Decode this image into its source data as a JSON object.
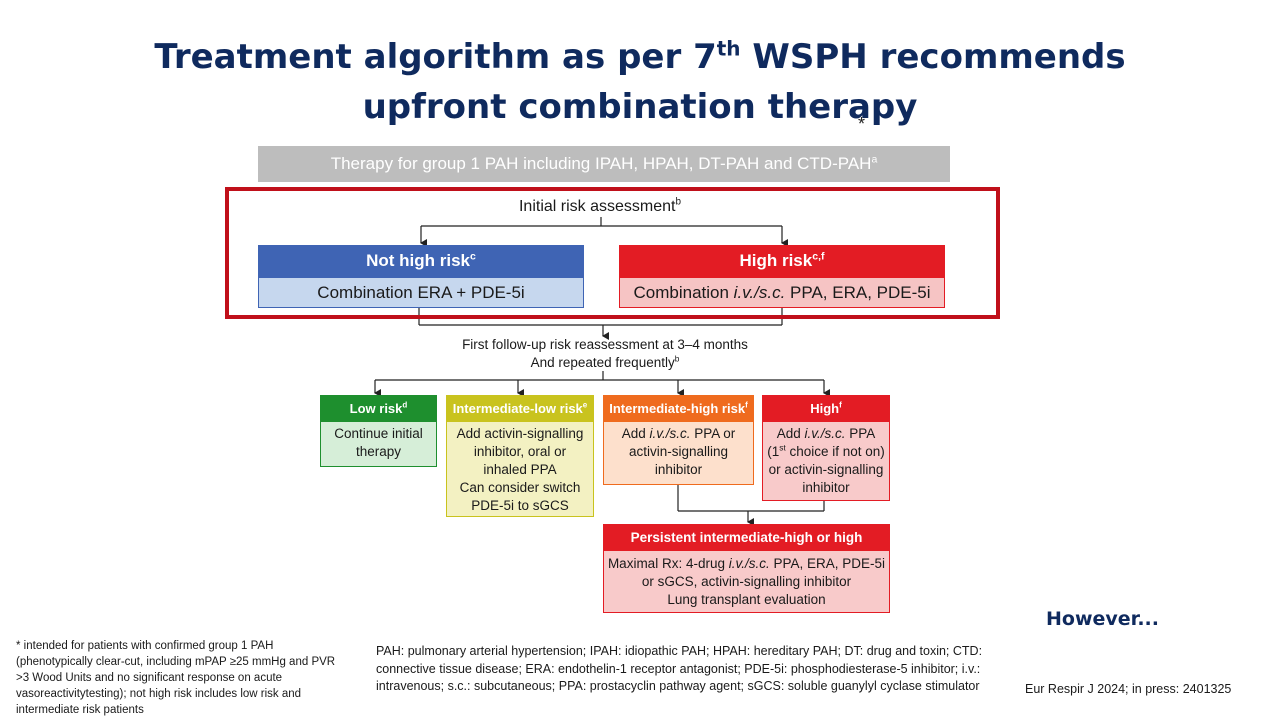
{
  "title": {
    "line1_pre": "Treatment algorithm as per 7",
    "line1_sup": "th",
    "line1_post": " WSPH recommends",
    "line2": "upfront combination therapy",
    "asterisk": "*"
  },
  "top_box": {
    "text": "Therapy for group 1 PAH including IPAH, HPAH, DT-PAH and CTD-PAH",
    "sup": "a"
  },
  "initial_risk": {
    "text": "Initial risk assessment",
    "sup": "b"
  },
  "not_high": {
    "header": "Not high risk",
    "header_sup": "c",
    "body": "Combination ERA + PDE-5i"
  },
  "high": {
    "header": "High risk",
    "header_sup": "c,f",
    "body_pre": "Combination ",
    "body_italic": "i.v./s.c.",
    "body_post": " PPA, ERA, PDE-5i"
  },
  "followup": {
    "line1": "First follow-up risk reassessment at 3–4 months",
    "line2": "And repeated frequently",
    "line2_sup": "b"
  },
  "low_risk": {
    "header": "Low risk",
    "header_sup": "d",
    "body": [
      "Continue initial",
      "therapy"
    ]
  },
  "int_low": {
    "header": "Intermediate-low risk",
    "header_sup": "e",
    "body": [
      "Add activin-signalling",
      "inhibitor, oral or",
      "inhaled PPA",
      "Can consider switch",
      "PDE-5i to sGCS"
    ]
  },
  "int_high": {
    "header": "Intermediate-high risk",
    "header_sup": "f",
    "body1_pre": "Add ",
    "body1_italic": "i.v./s.c.",
    "body1_post": " PPA or",
    "body2": "activin-signalling",
    "body3": "inhibitor"
  },
  "high2": {
    "header": "High",
    "header_sup": "f",
    "body1_pre": "Add ",
    "body1_italic": "i.v./s.c.",
    "body1_post": " PPA",
    "body2_pre": "(1",
    "body2_sup": "st",
    "body2_post": " choice if not on)",
    "body3": "or activin-signalling",
    "body4": "inhibitor"
  },
  "persistent": {
    "header": "Persistent intermediate-high or high",
    "body1_pre": "Maximal Rx: 4-drug ",
    "body1_italic": "i.v./s.c.",
    "body1_post": " PPA, ERA, PDE-5i",
    "body2": "or sGCS, activin-signalling inhibitor",
    "body3": "Lung transplant evaluation"
  },
  "however": "However...",
  "footnote": "* intended for patients with confirmed group 1 PAH (phenotypically clear-cut, including mPAP ≥25 mmHg and PVR >3 Wood Units and no significant response on acute vasoreactivitytesting); not high risk includes low risk and intermediate risk patients",
  "abbreviations": "PAH: pulmonary arterial hypertension; IPAH: idiopathic PAH; HPAH: hereditary PAH; DT: drug and toxin; CTD: connective tissue disease; ERA: endothelin-1 receptor antagonist; PDE-5i: phosphodiesterase-5 inhibitor; i.v.: intravenous; s.c.: subcutaneous; PPA: prostacyclin pathway agent; sGCS: soluble guanylyl cyclase stimulator",
  "reference": "Eur Respir J 2024; in press: 2401325",
  "colors": {
    "navy": "#0f2a5e",
    "blue": "#3f64b4",
    "red": "#e31c24",
    "green": "#1e8f2e",
    "yellow": "#c9c31e",
    "orange": "#ef6b1e",
    "frame": "#c0101a"
  }
}
